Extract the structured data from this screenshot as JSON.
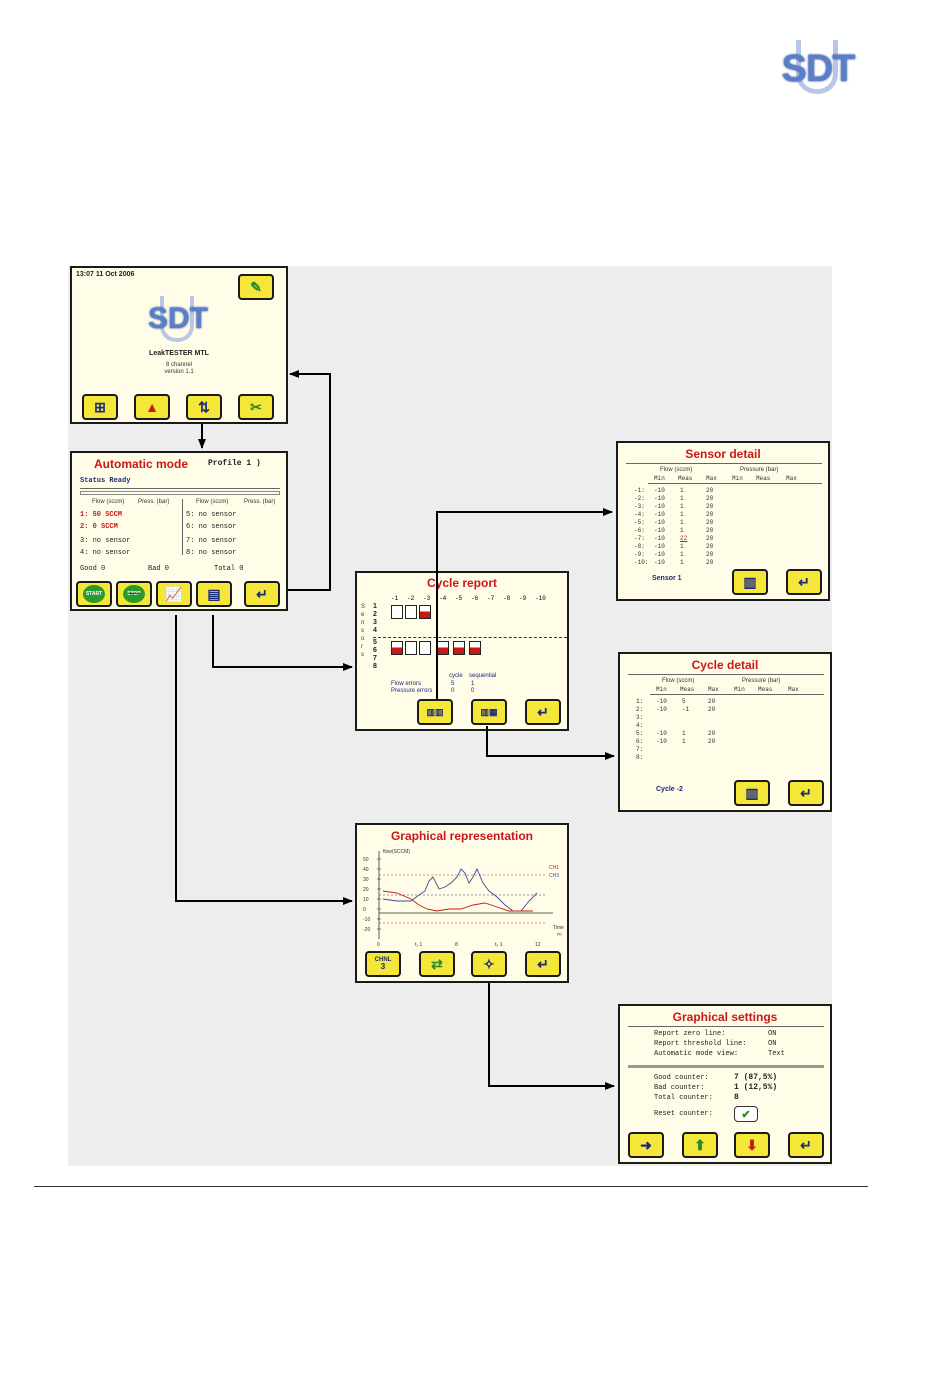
{
  "logo": {
    "text": "SDT"
  },
  "main_menu": {
    "datetime": "13:07  11 Oct 2006",
    "logo_text": "SDT",
    "product": "LeakTESTER MTL",
    "channels": "8 channel",
    "version": "version 1.1"
  },
  "automatic_mode": {
    "title": "Automatic mode",
    "profile": "Profile 1 )",
    "status": "Status Ready",
    "headers": [
      "Flow (sccm)",
      "Press. (bar)",
      "Flow (sccm)",
      "Press. (bar)"
    ],
    "left_rows": [
      "1: 50 SCCM",
      "2:  0 SCCM",
      "3: no sensor",
      "4: no sensor"
    ],
    "right_rows": [
      "5: no sensor",
      "6: no sensor",
      "7: no sensor",
      "8: no sensor"
    ],
    "good": "Good 0",
    "bad": "Bad 0",
    "total": "Total 0",
    "buttons": [
      "START",
      "STOP"
    ]
  },
  "cycle_report": {
    "title": "Cycle report",
    "cycles": [
      "-1",
      "-2",
      "-3",
      "-4",
      "-5",
      "-6",
      "-7",
      "-8",
      "-9",
      "-10"
    ],
    "side_label": [
      "S",
      "e",
      "n",
      "s",
      "o",
      "r",
      "s"
    ],
    "rows_top": [
      "1",
      "2",
      "3",
      "4"
    ],
    "rows_bottom": [
      "5",
      "6",
      "7",
      "8"
    ],
    "cols": [
      "cycle",
      "sequential"
    ],
    "flow_errors": {
      "label": "Flow errors",
      "cycle": "5",
      "sequential": "1"
    },
    "pressure_errors": {
      "label": "Pressure errors",
      "cycle": "0",
      "sequential": "0"
    }
  },
  "sensor_detail": {
    "title": "Sensor detail",
    "group_flow": "Flow (sccm)",
    "group_pressure": "Pressure (bar)",
    "cols": [
      "Min",
      "Meas",
      "Max",
      "Min",
      "Meas",
      "Max"
    ],
    "rows": [
      [
        "-1:",
        "-10",
        "1",
        "20"
      ],
      [
        "-2:",
        "-10",
        "1",
        "20"
      ],
      [
        "-3:",
        "-10",
        "1",
        "20"
      ],
      [
        "-4:",
        "-10",
        "1",
        "20"
      ],
      [
        "-5:",
        "-10",
        "1",
        "20"
      ],
      [
        "-6:",
        "-10",
        "1",
        "20"
      ],
      [
        "-7:",
        "-10",
        "22",
        "20"
      ],
      [
        "-8:",
        "-10",
        "1",
        "20"
      ],
      [
        "-9:",
        "-10",
        "1",
        "20"
      ],
      [
        "-10:",
        "-10",
        "1",
        "20"
      ]
    ],
    "footer": "Sensor 1"
  },
  "cycle_detail": {
    "title": "Cycle detail",
    "group_flow": "Flow (sccm)",
    "group_pressure": "Pressure (bar)",
    "cols": [
      "Min",
      "Meas",
      "Max",
      "Min",
      "Meas",
      "Max"
    ],
    "rows": [
      [
        "1:",
        "-10",
        "5",
        "20"
      ],
      [
        "2:",
        "-10",
        "-1",
        "20"
      ],
      [
        "3:",
        "",
        "",
        ""
      ],
      [
        "4:",
        "",
        "",
        ""
      ],
      [
        "5:",
        "-10",
        "1",
        "20"
      ],
      [
        "6:",
        "-10",
        "1",
        "20"
      ],
      [
        "7:",
        "",
        "",
        ""
      ],
      [
        "8:",
        "",
        "",
        ""
      ]
    ],
    "footer": "Cycle -2"
  },
  "graphical_representation": {
    "title": "Graphical representation",
    "ylabel": "flow(SCCM)",
    "yticks": [
      "50",
      "40",
      "30",
      "20",
      "10",
      "0",
      "-10",
      "-20"
    ],
    "xlabel": "Time",
    "xunit": "(s)",
    "xticks": [
      "0",
      "t₁ 1",
      "8",
      "t₂ 1",
      "12"
    ],
    "legend": [
      "CH1",
      "CH3"
    ],
    "chnl_label": "CHNL",
    "chnl_value": "3"
  },
  "graphical_settings": {
    "title": "Graphical settings",
    "report_zero_label": "Report zero line:",
    "report_zero_value": "ON",
    "report_threshold_label": "Report threshold line:",
    "report_threshold_value": "ON",
    "auto_view_label": "Automatic mode view:",
    "auto_view_value": "Text",
    "good_label": "Good counter:",
    "good_value": "7 (87,5%)",
    "bad_label": "Bad counter:",
    "bad_value": "1 (12,5%)",
    "total_label": "Total counter:",
    "total_value": "8",
    "reset_label": "Reset counter:"
  },
  "colors": {
    "accent": "#c81818",
    "button": "#f5e63a",
    "screen": "#fffde8",
    "icon": "#1b2a7a"
  }
}
